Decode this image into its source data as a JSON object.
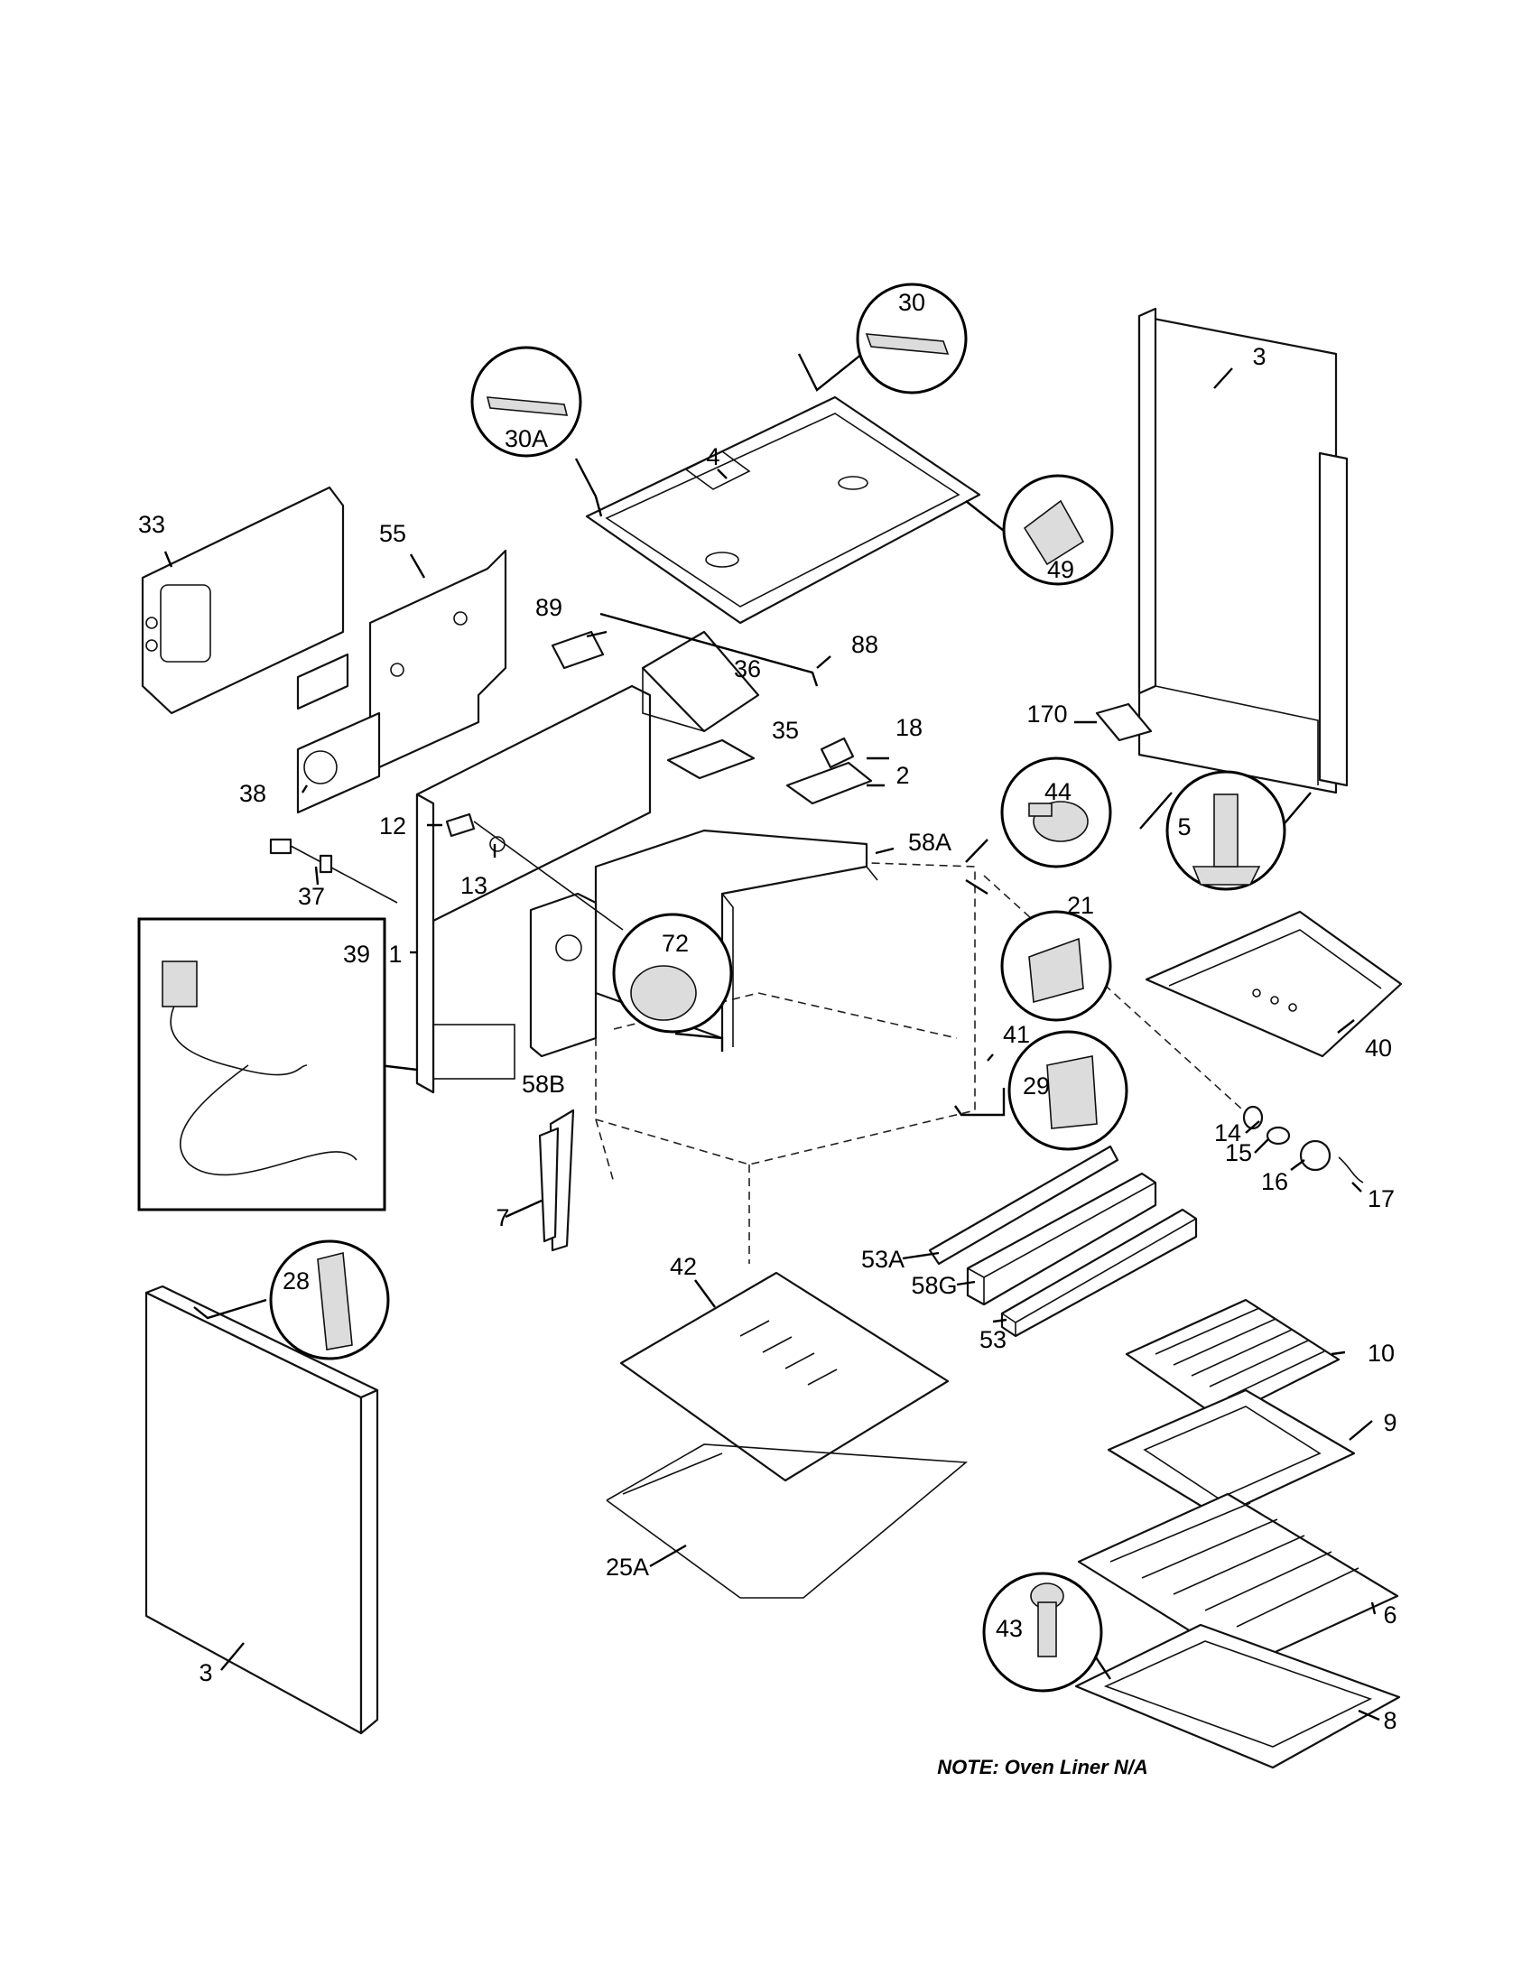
{
  "labels": {
    "l30": "30",
    "l30a": "30A",
    "l4": "4",
    "l3_top": "3",
    "l49": "49",
    "l33": "33",
    "l55": "55",
    "l89": "89",
    "l88": "88",
    "l36": "36",
    "l35": "35",
    "l18": "18",
    "l2": "2",
    "l170": "170",
    "l38": "38",
    "l44": "44",
    "l5": "5",
    "l12": "12",
    "l58a": "58A",
    "l13": "13",
    "l37": "37",
    "l21": "21",
    "l1": "1",
    "l39": "39",
    "l72": "72",
    "l40": "40",
    "l41": "41",
    "l58b": "58B",
    "l29": "29",
    "l14": "14",
    "l15": "15",
    "l16": "16",
    "l17": "17",
    "l7": "7",
    "l28": "28",
    "l42": "42",
    "l53a": "53A",
    "l58g": "58G",
    "l53": "53",
    "l10": "10",
    "l9": "9",
    "l25a": "25A",
    "l6": "6",
    "l43": "43",
    "l3_bottom": "3",
    "l8": "8"
  },
  "note": "NOTE: Oven Liner N/A"
}
